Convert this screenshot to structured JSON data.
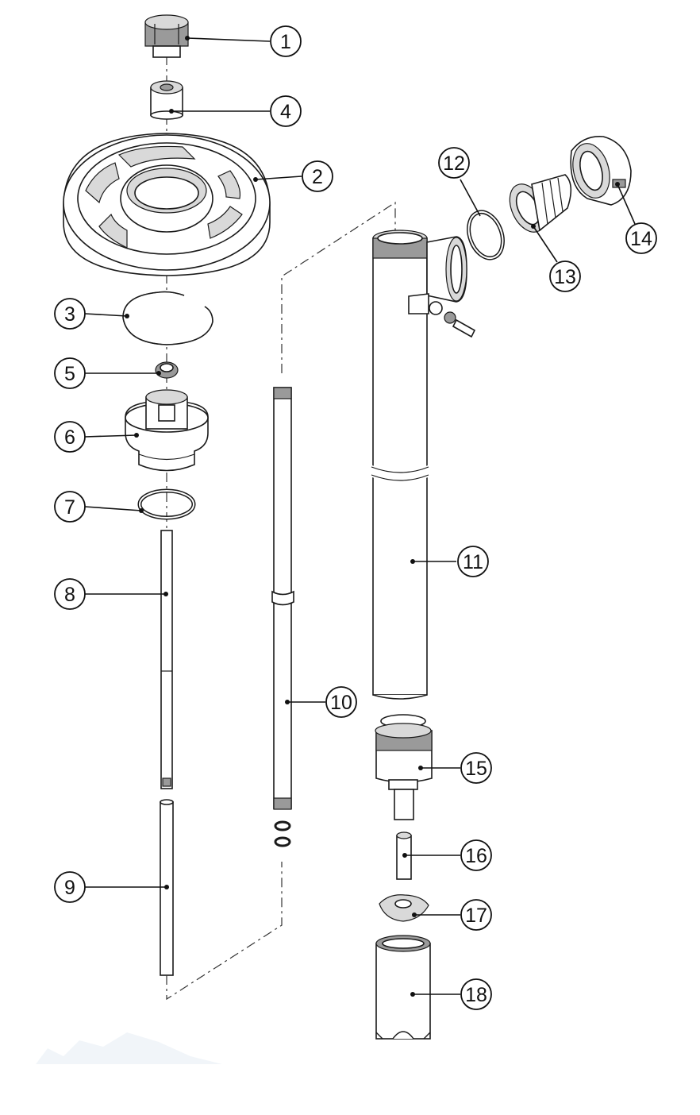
{
  "diagram": {
    "type": "exploded-parts-view",
    "callouts": [
      {
        "id": "c1",
        "label": "1"
      },
      {
        "id": "c2",
        "label": "2"
      },
      {
        "id": "c3",
        "label": "3"
      },
      {
        "id": "c4",
        "label": "4"
      },
      {
        "id": "c5",
        "label": "5"
      },
      {
        "id": "c6",
        "label": "6"
      },
      {
        "id": "c7",
        "label": "7"
      },
      {
        "id": "c8",
        "label": "8"
      },
      {
        "id": "c9",
        "label": "9"
      },
      {
        "id": "c10",
        "label": "10"
      },
      {
        "id": "c11",
        "label": "11"
      },
      {
        "id": "c12",
        "label": "12"
      },
      {
        "id": "c13",
        "label": "13"
      },
      {
        "id": "c14",
        "label": "14"
      },
      {
        "id": "c15",
        "label": "15"
      },
      {
        "id": "c16",
        "label": "16"
      },
      {
        "id": "c17",
        "label": "17"
      },
      {
        "id": "c18",
        "label": "18"
      }
    ]
  }
}
